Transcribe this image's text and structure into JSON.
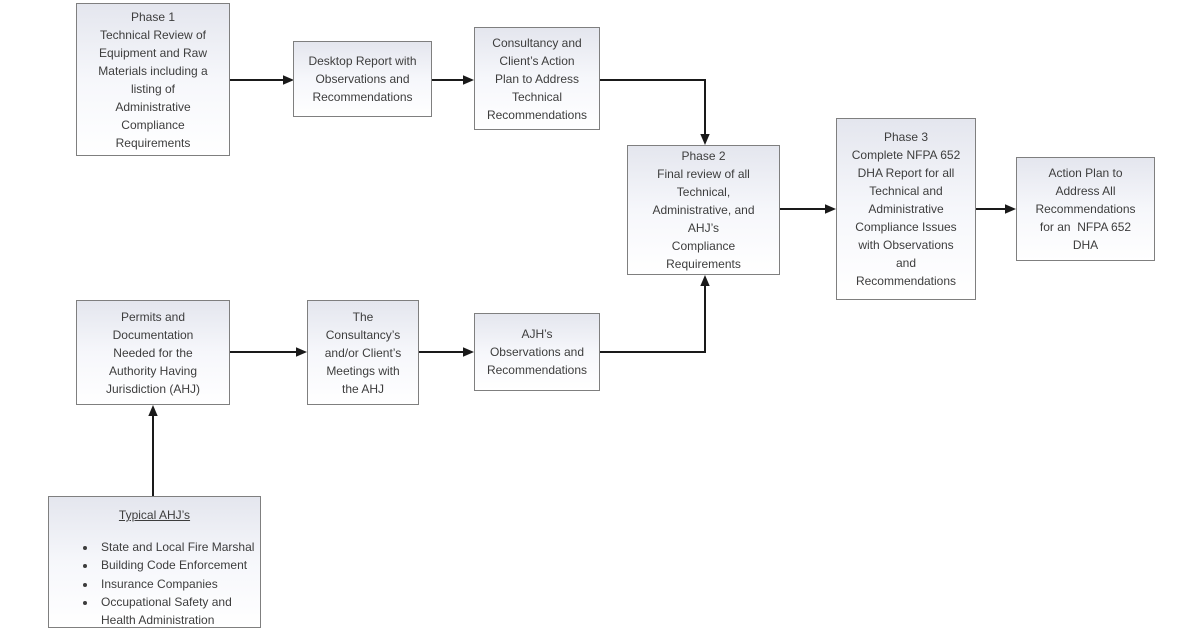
{
  "colors": {
    "background": "#ffffff",
    "box_border": "#7f7f7f",
    "box_gradient_top": "#e4e6ee",
    "box_gradient_bottom": "#ffffff",
    "text": "#3d3d3d",
    "arrow": "#1a1a1a"
  },
  "boxes": {
    "phase1": {
      "lines": [
        "Phase 1",
        "Technical Review of",
        "Equipment and Raw",
        "Materials including a",
        "listing of",
        "Administrative",
        "Compliance",
        "Requirements"
      ]
    },
    "desktop_report": {
      "lines": [
        "Desktop Report with",
        "Observations and",
        "Recommendations"
      ]
    },
    "consultancy_action_plan": {
      "lines": [
        "Consultancy and",
        "Client’s Action",
        "Plan to Address",
        "Technical",
        "Recommendations"
      ]
    },
    "phase2": {
      "lines": [
        "Phase 2",
        "Final review of all",
        "Technical,",
        "Administrative, and",
        "AHJ’s",
        "Compliance",
        "Requirements"
      ]
    },
    "phase3": {
      "lines": [
        "Phase 3",
        "Complete NFPA 652",
        "DHA Report for all",
        "Technical and",
        "Administrative",
        "Compliance Issues",
        "with Observations",
        "and",
        "Recommendations"
      ]
    },
    "action_plan": {
      "lines": [
        "Action Plan to",
        "Address All",
        "Recommendations",
        "for an  NFPA 652",
        "DHA"
      ]
    },
    "permits": {
      "lines": [
        "Permits and",
        "Documentation",
        "Needed for the",
        "Authority Having",
        "Jurisdiction (AHJ)"
      ]
    },
    "meetings": {
      "lines": [
        "The",
        "Consultancy’s",
        "and/or Client’s",
        "Meetings with",
        "the AHJ"
      ]
    },
    "ajh_observations": {
      "lines": [
        "AJH’s",
        "Observations and",
        "Recommendations"
      ]
    },
    "typical_ahjs": {
      "title": "Typical AHJ’s",
      "items": [
        "State and Local Fire Marshal",
        "Building Code Enforcement",
        "Insurance Companies",
        "Occupational Safety and Health Administration"
      ]
    }
  }
}
